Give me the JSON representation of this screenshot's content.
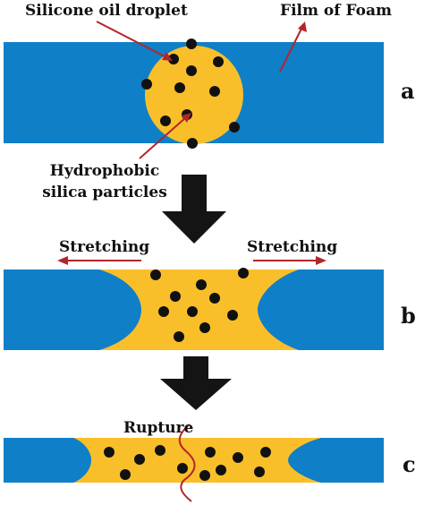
{
  "labels": {
    "droplet": "Silicone oil droplet",
    "film": "Film of Foam",
    "particles_line1": "Hydrophobic",
    "particles_line2": "silica particles",
    "stretch_left": "Stretching",
    "stretch_right": "Stretching",
    "rupture": "Rupture"
  },
  "panels": [
    "a",
    "b",
    "c"
  ],
  "colors": {
    "film": "#0f7fc8",
    "oil": "#f9bf2a",
    "particle": "#111111",
    "arrow_line": "#b2262a",
    "big_arrow": "#141414"
  }
}
